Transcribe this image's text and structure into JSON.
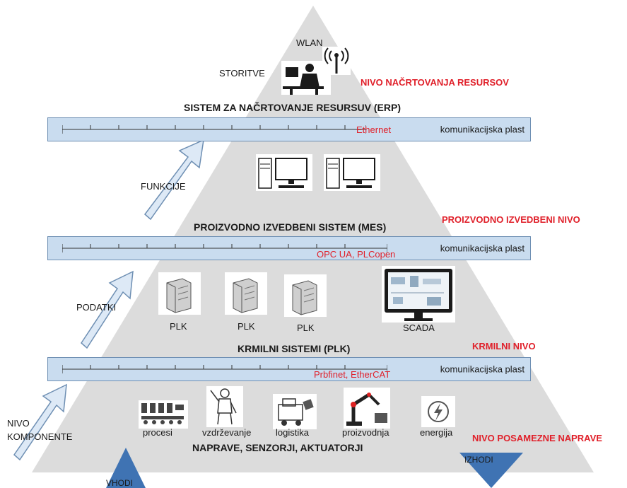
{
  "levels": {
    "erp": {
      "level_name": "NIVO NAČRTOVANJA RESURSOV",
      "system": "SISTEM ZA NAČRTOVANJE RESURSUV (ERP)",
      "protocol": "Ethernet",
      "top_labels": {
        "wlan": "WLAN",
        "storitve": "STORITVE"
      }
    },
    "mes": {
      "level_name": "PROIZVODNO IZVEDBENI NIVO",
      "system": "PROIZVODNO IZVEDBENI SISTEM (MES)",
      "protocol": "OPC UA, PLCopen"
    },
    "plk": {
      "level_name": "KRMILNI NIVO",
      "system": "KRMILNI SISTEMI (PLK)",
      "protocol": "Prbfinet, EtherCAT",
      "devices": [
        "PLK",
        "PLK",
        "PLK",
        "SCADA"
      ]
    },
    "device": {
      "level_name": "NIVO POSAMEZNE NAPRAVE",
      "system": "NAPRAVE, SENZORJI, AKTUATORJI",
      "items": [
        "procesi",
        "vzdrževanje",
        "logistika",
        "proizvodnja",
        "energija"
      ]
    }
  },
  "band_label": "komunikacijska plast",
  "side_labels": {
    "funkcije": "FUNKCIJE",
    "podatki": "PODATKI",
    "nivo": "NIVO",
    "komponente": "KOMPONENTE"
  },
  "io": {
    "inputs": "VHODI",
    "outputs": "IZHODI"
  },
  "colors": {
    "pyramid": "#dcdcdc",
    "band_fill": "#c9dcef",
    "band_border": "#6e8fb3",
    "arrow_fill": "#dde9f6",
    "arrow_stroke": "#6e8fb3",
    "triangle": "#3f73b3",
    "level_text": "#e0202a"
  }
}
